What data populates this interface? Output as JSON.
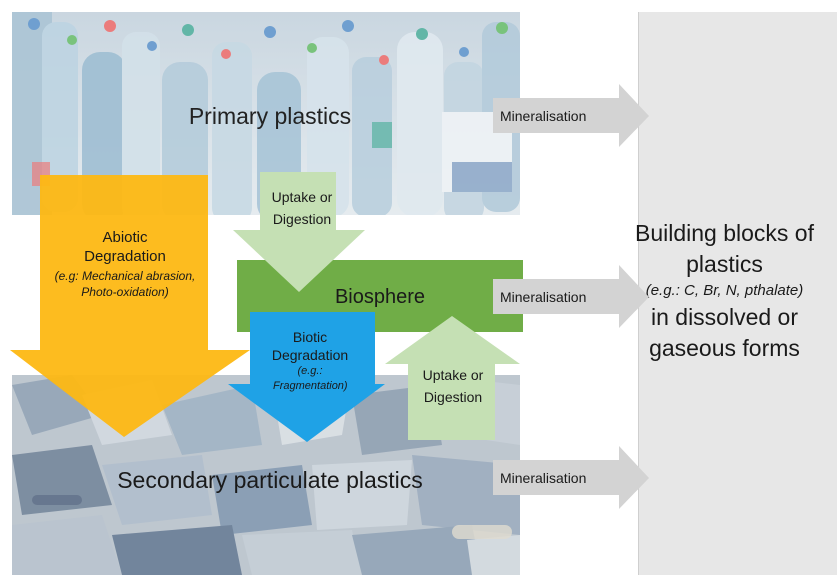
{
  "colors": {
    "abiotic": "#FDB813",
    "biotic": "#1FA2E6",
    "biosphere": "#70AD47",
    "uptake": "#C5E0B4",
    "mineral_arrow": "#D3D3D3",
    "panel": "#E7E7E7"
  },
  "icons": {
    "primary_photo": "plastic-bottles-photo",
    "secondary_photo": "plastic-fragments-photo"
  },
  "primary": {
    "label": "Primary plastics"
  },
  "secondary": {
    "label": "Secondary particulate plastics"
  },
  "biosphere": {
    "label": "Biosphere"
  },
  "abiotic": {
    "title": "Abiotic Degradation",
    "example": "(e.g: Mechanical abrasion, Photo-oxidation)"
  },
  "biotic": {
    "title": "Biotic Degradation",
    "example": "(e.g.: Fragmentation)"
  },
  "uptake_top": {
    "label": "Uptake or Digestion"
  },
  "uptake_bottom": {
    "label": "Uptake or Digestion"
  },
  "mineralisation": [
    "Mineralisation",
    "Mineralisation",
    "Mineralisation"
  ],
  "building_blocks": {
    "line1": "Building blocks of plastics",
    "example": "(e.g.: C, Br, N, pthalate)",
    "line2": "in dissolved or gaseous forms"
  }
}
